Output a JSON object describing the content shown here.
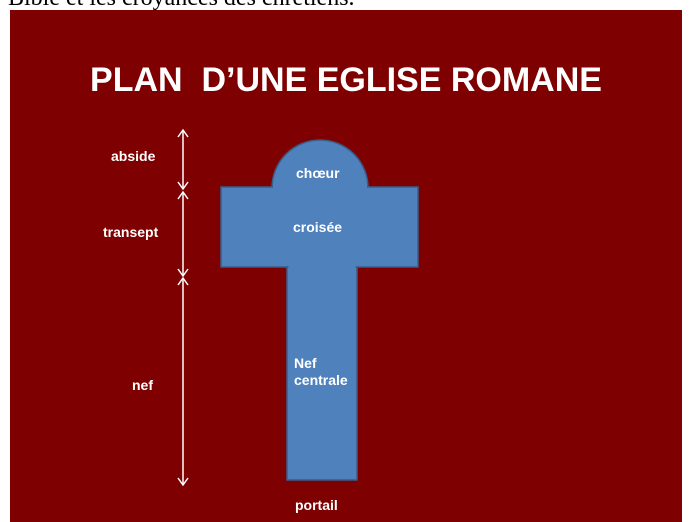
{
  "caption_above": "Bible et les croyances des chrétiens.",
  "slide": {
    "title": "PLAN  D’UNE EGLISE ROMANE",
    "background_color": "#7f0000",
    "shape_color": "#4f81bd"
  },
  "sections": {
    "abside": "abside",
    "transept": "transept",
    "nef": "nef"
  },
  "parts": {
    "choeur": "chœur",
    "croisee": "croisée",
    "nef_centrale_line1": "Nef",
    "nef_centrale_line2": "centrale",
    "portail": "portail"
  }
}
